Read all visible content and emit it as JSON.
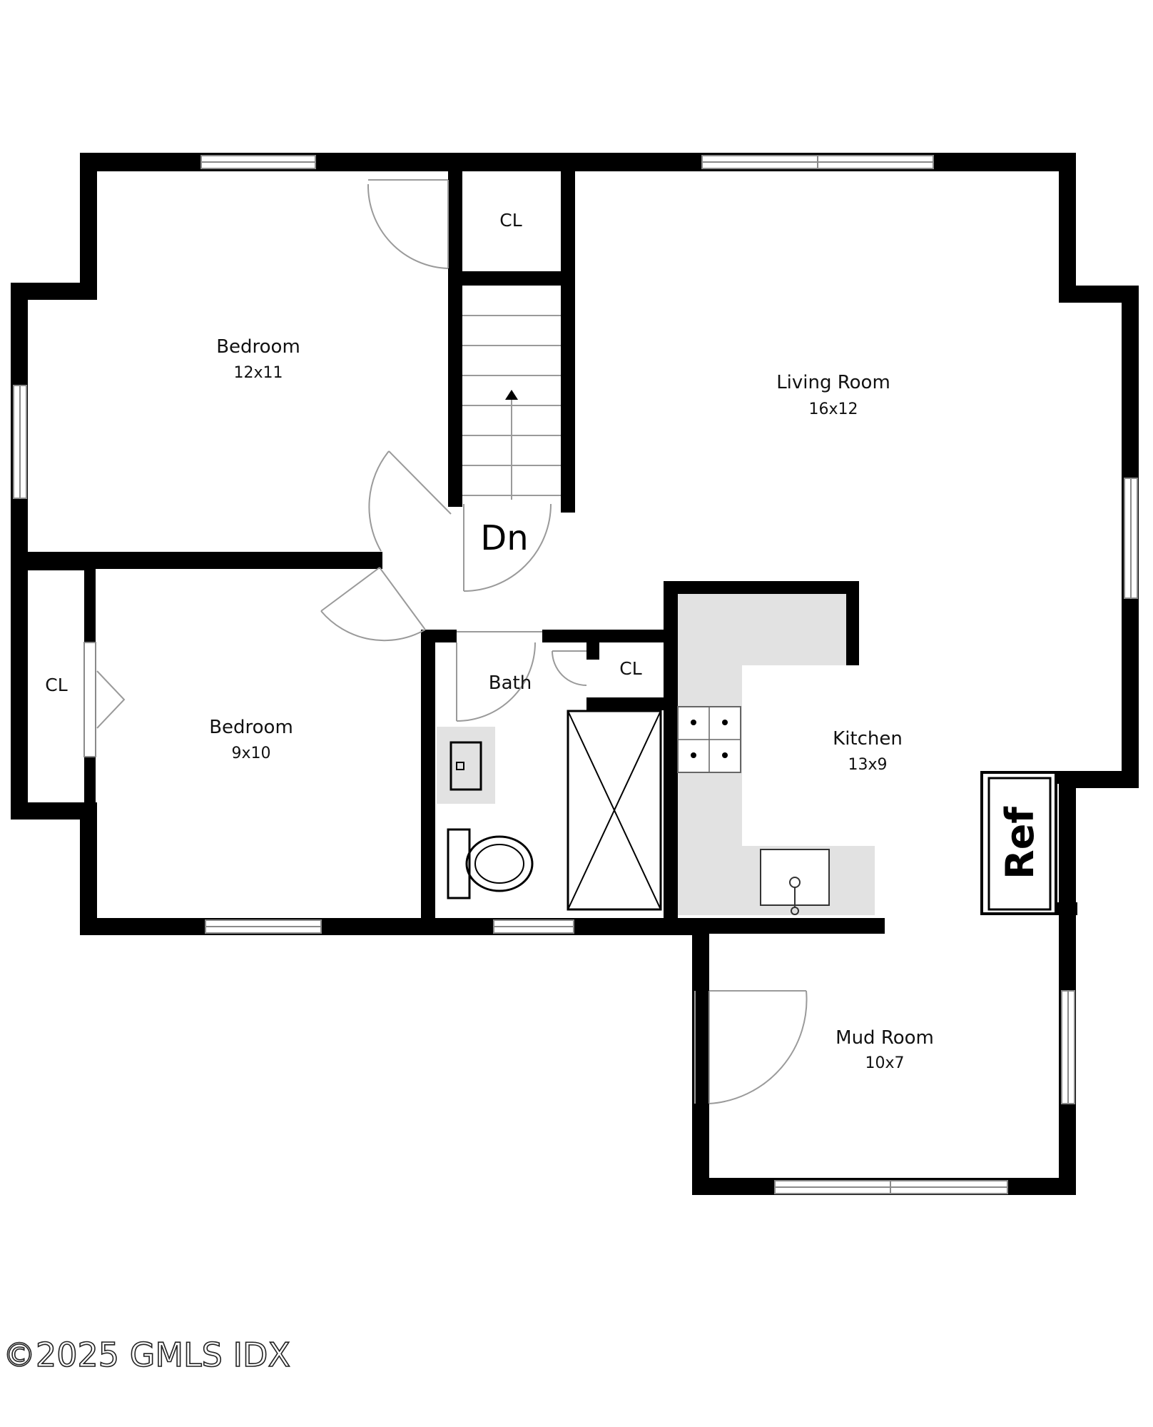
{
  "rooms": {
    "bedroom_1": {
      "name": "Bedroom",
      "dims": "12x11"
    },
    "living_room": {
      "name": "Living Room",
      "dims": "16x12"
    },
    "bedroom_2": {
      "name": "Bedroom",
      "dims": "9x10"
    },
    "kitchen": {
      "name": "Kitchen",
      "dims": "13x9"
    },
    "mud_room": {
      "name": "Mud Room",
      "dims": "10x7"
    },
    "bath": {
      "name": "Bath"
    }
  },
  "closets": {
    "top": "CL",
    "left": "CL",
    "bath": "CL"
  },
  "stairs": {
    "label": "Dn"
  },
  "appliances": {
    "refrigerator": "Ref"
  },
  "footer": {
    "copyright": "©2025 GMLS IDX"
  }
}
